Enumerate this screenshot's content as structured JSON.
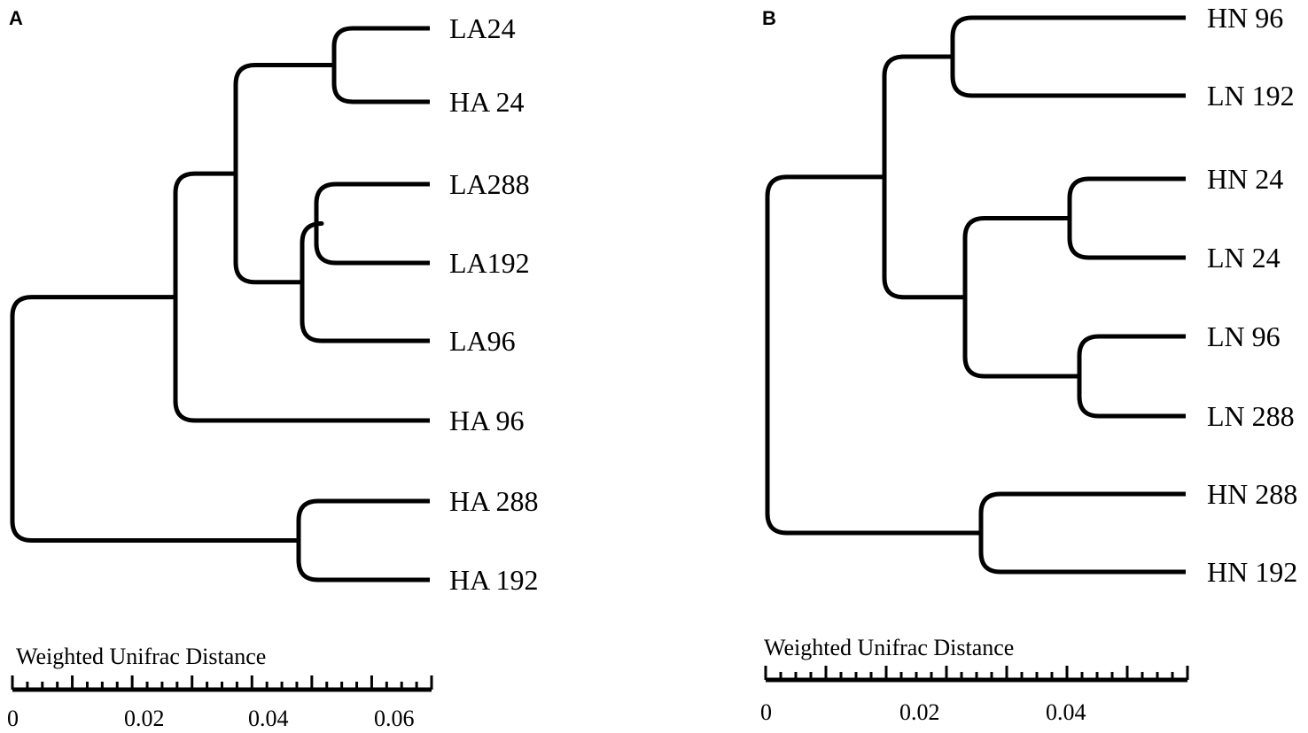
{
  "panels": [
    {
      "id": "A",
      "letter": "A",
      "leaves": [
        "LA24",
        "HA 24",
        "LA288",
        "LA192",
        "LA96",
        "HA 96",
        "HA 288",
        "HA 192"
      ],
      "tree": {
        "children": [
          {
            "children": [
              {
                "children": [
                  {
                    "children": [
                      {
                        "leaf": 0
                      },
                      {
                        "leaf": 1
                      }
                    ]
                  },
                  {
                    "children": [
                      {
                        "children": [
                          {
                            "leaf": 2
                          },
                          {
                            "leaf": 3
                          }
                        ]
                      },
                      {
                        "leaf": 4
                      }
                    ]
                  }
                ]
              },
              {
                "leaf": 5
              }
            ]
          },
          {
            "children": [
              {
                "leaf": 6
              },
              {
                "leaf": 7
              }
            ]
          }
        ]
      },
      "scale_bar": {
        "title": "Weighted Unifrac Distance",
        "tick_labels": [
          "0",
          "0.02",
          "0.04",
          "0.06"
        ]
      }
    },
    {
      "id": "B",
      "letter": "B",
      "leaves": [
        "HN 96",
        "LN 192",
        "HN 24",
        "LN 24",
        "LN 96",
        "LN 288",
        "HN 288",
        "HN 192"
      ],
      "tree": {
        "children": [
          {
            "children": [
              {
                "children": [
                  {
                    "leaf": 0
                  },
                  {
                    "leaf": 1
                  }
                ]
              },
              {
                "children": [
                  {
                    "children": [
                      {
                        "leaf": 2
                      },
                      {
                        "leaf": 3
                      }
                    ]
                  },
                  {
                    "children": [
                      {
                        "leaf": 4
                      },
                      {
                        "leaf": 5
                      }
                    ]
                  }
                ]
              }
            ]
          },
          {
            "children": [
              {
                "leaf": 6
              },
              {
                "leaf": 7
              }
            ]
          }
        ]
      },
      "scale_bar": {
        "title": "Weighted Unifrac Distance",
        "tick_labels": [
          "0",
          "0.02",
          "0.04"
        ]
      }
    }
  ]
}
